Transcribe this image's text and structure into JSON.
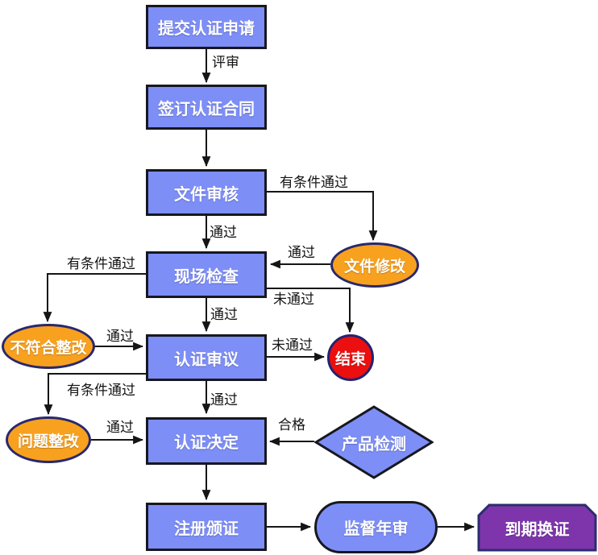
{
  "diagram": {
    "type": "flowchart",
    "language": "zh-CN",
    "background": "#ffffff",
    "colors": {
      "process_fill": "#7D8EF7",
      "process_border": "#17171f",
      "ellipse_fill": "#F8A11E",
      "ellipse_border": "#28286e",
      "end_fill": "#EC0F0F",
      "end_border": "#232370",
      "renewal_fill": "#7E35AC",
      "renewal_border": "#2c2c6e",
      "connector": "#151515",
      "edge_label_color": "#141414",
      "node_text_color": "#ffffff"
    },
    "nodes": {
      "submit": {
        "label": "提交认证申请",
        "shape": "process"
      },
      "contract": {
        "label": "签订认证合同",
        "shape": "process"
      },
      "doc_review": {
        "label": "文件审核",
        "shape": "process"
      },
      "site_inspection": {
        "label": "现场检查",
        "shape": "process"
      },
      "cert_deliberation": {
        "label": "认证审议",
        "shape": "process"
      },
      "cert_decision": {
        "label": "认证决定",
        "shape": "process"
      },
      "register_issue": {
        "label": "注册颁证",
        "shape": "process"
      },
      "doc_modify": {
        "label": "文件修改",
        "shape": "ellipse"
      },
      "nonconform_rectify": {
        "label": "不符合整改",
        "shape": "ellipse"
      },
      "problem_rectify": {
        "label": "问题整改",
        "shape": "ellipse"
      },
      "end": {
        "label": "结束",
        "shape": "circle"
      },
      "product_test": {
        "label": "产品检测",
        "shape": "diamond"
      },
      "annual_review": {
        "label": "监督年审",
        "shape": "stadium"
      },
      "renew_cert": {
        "label": "到期换证",
        "shape": "beveled-rectangle"
      }
    },
    "edges": [
      {
        "from": "submit",
        "to": "contract",
        "label": "评审"
      },
      {
        "from": "contract",
        "to": "doc_review",
        "label": ""
      },
      {
        "from": "doc_review",
        "to": "doc_modify",
        "label": "有条件通过"
      },
      {
        "from": "doc_review",
        "to": "site_inspection",
        "label": "通过"
      },
      {
        "from": "doc_modify",
        "to": "site_inspection",
        "label": "通过"
      },
      {
        "from": "site_inspection",
        "to": "nonconform_rectify",
        "label": "有条件通过"
      },
      {
        "from": "site_inspection",
        "to": "cert_deliberation",
        "label": "通过"
      },
      {
        "from": "site_inspection",
        "to": "end",
        "label": "未通过"
      },
      {
        "from": "nonconform_rectify",
        "to": "cert_deliberation",
        "label": "通过"
      },
      {
        "from": "cert_deliberation",
        "to": "end",
        "label": "未通过"
      },
      {
        "from": "cert_deliberation",
        "to": "cert_decision",
        "label": "通过"
      },
      {
        "from": "cert_deliberation",
        "to": "problem_rectify",
        "label": "有条件通过"
      },
      {
        "from": "problem_rectify",
        "to": "cert_decision",
        "label": "通过"
      },
      {
        "from": "product_test",
        "to": "cert_decision",
        "label": "合格"
      },
      {
        "from": "cert_decision",
        "to": "register_issue",
        "label": ""
      },
      {
        "from": "register_issue",
        "to": "annual_review",
        "label": ""
      },
      {
        "from": "annual_review",
        "to": "renew_cert",
        "label": ""
      }
    ]
  }
}
